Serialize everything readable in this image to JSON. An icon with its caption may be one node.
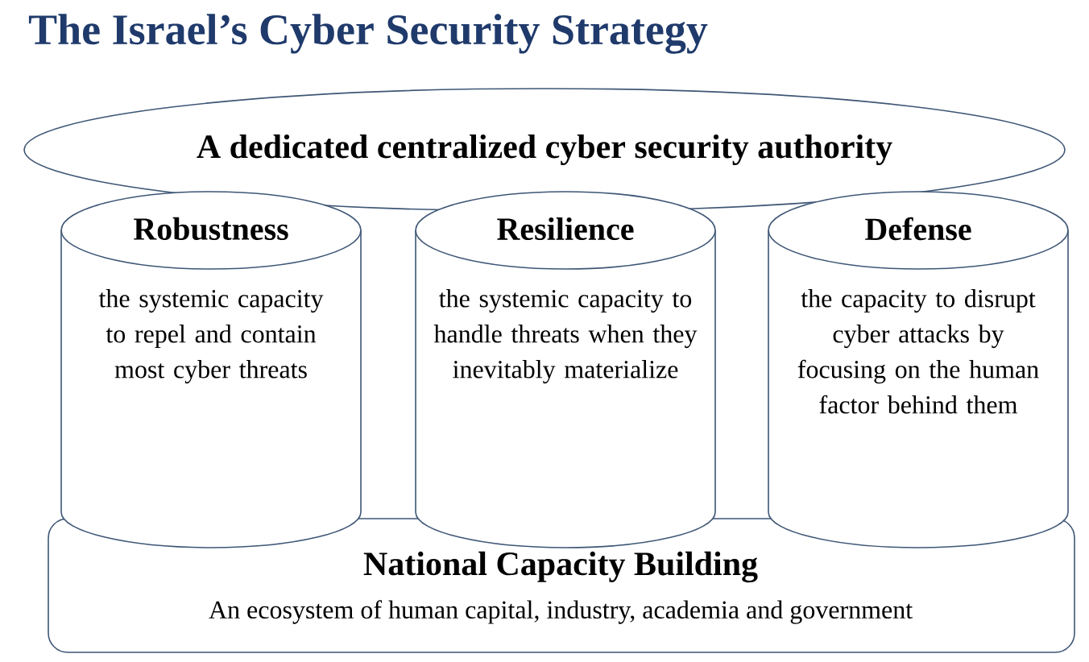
{
  "diagram": {
    "title": "The Israel’s Cyber Security Strategy",
    "nodes": [
      {
        "text": [
          "A dedicated centralized cyber security authority"
        ]
      },
      {
        "text": [
          "Robustness",
          "the systemic capacity to repel and contain most cyber threats"
        ]
      },
      {
        "text": [
          "Resilience",
          "the systemic capacity to handle threats when they inevitably materialize"
        ]
      },
      {
        "text": [
          "Defense",
          "the capacity to disrupt cyber attacks by focusing on the human factor behind them"
        ]
      },
      {
        "text": [
          "National Capacity Building",
          "An ecosystem of human capital, industry, academia and government"
        ]
      }
    ],
    "edges": []
  }
}
